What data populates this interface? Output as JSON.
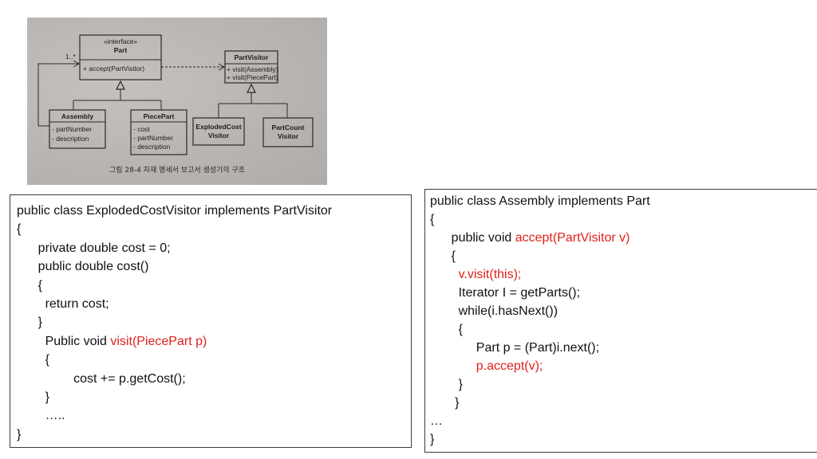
{
  "figure": {
    "interface_stereotype": "«interface»",
    "part_name": "Part",
    "part_method": "+ accept(PartVisitor)",
    "multiplicity": "1..*",
    "visitor_name": "PartVisitor",
    "visitor_methods": [
      "+ visit(Assembly)",
      "+ visit(PiecePart)"
    ],
    "assembly_name": "Assembly",
    "assembly_fields": [
      "- partNumber",
      "- description"
    ],
    "piecepart_name": "PiecePart",
    "piecepart_fields": [
      "- cost",
      "- partNumber",
      "- description"
    ],
    "exploded_name": [
      "ExplodedCost",
      "Visitor"
    ],
    "partcount_name": [
      "PartCount",
      "Visitor"
    ],
    "caption": "그림 28-4  자재 명세서 보고서 생성기의 구조"
  },
  "left_code": {
    "lines": [
      {
        "segments": [
          {
            "text": "public class ExplodedCostVisitor implements PartVisitor",
            "red": false
          }
        ]
      },
      {
        "segments": [
          {
            "text": "{",
            "red": false
          }
        ]
      },
      {
        "segments": [
          {
            "text": "      private double cost = 0;",
            "red": false
          }
        ]
      },
      {
        "segments": [
          {
            "text": "      public double cost()",
            "red": false
          }
        ]
      },
      {
        "segments": [
          {
            "text": "      {",
            "red": false
          }
        ]
      },
      {
        "segments": [
          {
            "text": "        return cost;",
            "red": false
          }
        ]
      },
      {
        "segments": [
          {
            "text": "      }",
            "red": false
          }
        ]
      },
      {
        "segments": [
          {
            "text": "        Public void ",
            "red": false
          },
          {
            "text": "visit(PiecePart p)",
            "red": true
          }
        ]
      },
      {
        "segments": [
          {
            "text": "        {",
            "red": false
          }
        ]
      },
      {
        "segments": [
          {
            "text": "                cost += p.getCost();",
            "red": false
          }
        ]
      },
      {
        "segments": [
          {
            "text": "        }",
            "red": false
          }
        ]
      },
      {
        "segments": [
          {
            "text": "        …..",
            "red": false
          }
        ]
      },
      {
        "segments": [
          {
            "text": "}",
            "red": false
          }
        ]
      }
    ]
  },
  "right_code": {
    "lines": [
      {
        "segments": [
          {
            "text": "public class Assembly implements Part",
            "red": false
          }
        ]
      },
      {
        "segments": [
          {
            "text": "{",
            "red": false
          }
        ]
      },
      {
        "segments": [
          {
            "text": "      public void ",
            "red": false
          },
          {
            "text": "accept(PartVisitor v)",
            "red": true
          }
        ]
      },
      {
        "segments": [
          {
            "text": "      {",
            "red": false
          }
        ]
      },
      {
        "segments": [
          {
            "text": "        v.visit(this);",
            "red": true
          }
        ]
      },
      {
        "segments": [
          {
            "text": "        Iterator I = getParts();",
            "red": false
          }
        ]
      },
      {
        "segments": [
          {
            "text": "        while(i.hasNext())",
            "red": false
          }
        ]
      },
      {
        "segments": [
          {
            "text": "        {",
            "red": false
          }
        ]
      },
      {
        "segments": [
          {
            "text": "             Part p = (Part)i.next();",
            "red": false
          }
        ]
      },
      {
        "segments": [
          {
            "text": "             p.accept(v);",
            "red": true
          }
        ]
      },
      {
        "segments": [
          {
            "text": "        }",
            "red": false
          }
        ]
      },
      {
        "segments": [
          {
            "text": "       }",
            "red": false
          }
        ]
      },
      {
        "segments": [
          {
            "text": "…",
            "red": false
          }
        ]
      },
      {
        "segments": [
          {
            "text": "}",
            "red": false
          }
        ]
      }
    ]
  },
  "colors": {
    "highlight": "#e2201c",
    "text": "#111111"
  }
}
